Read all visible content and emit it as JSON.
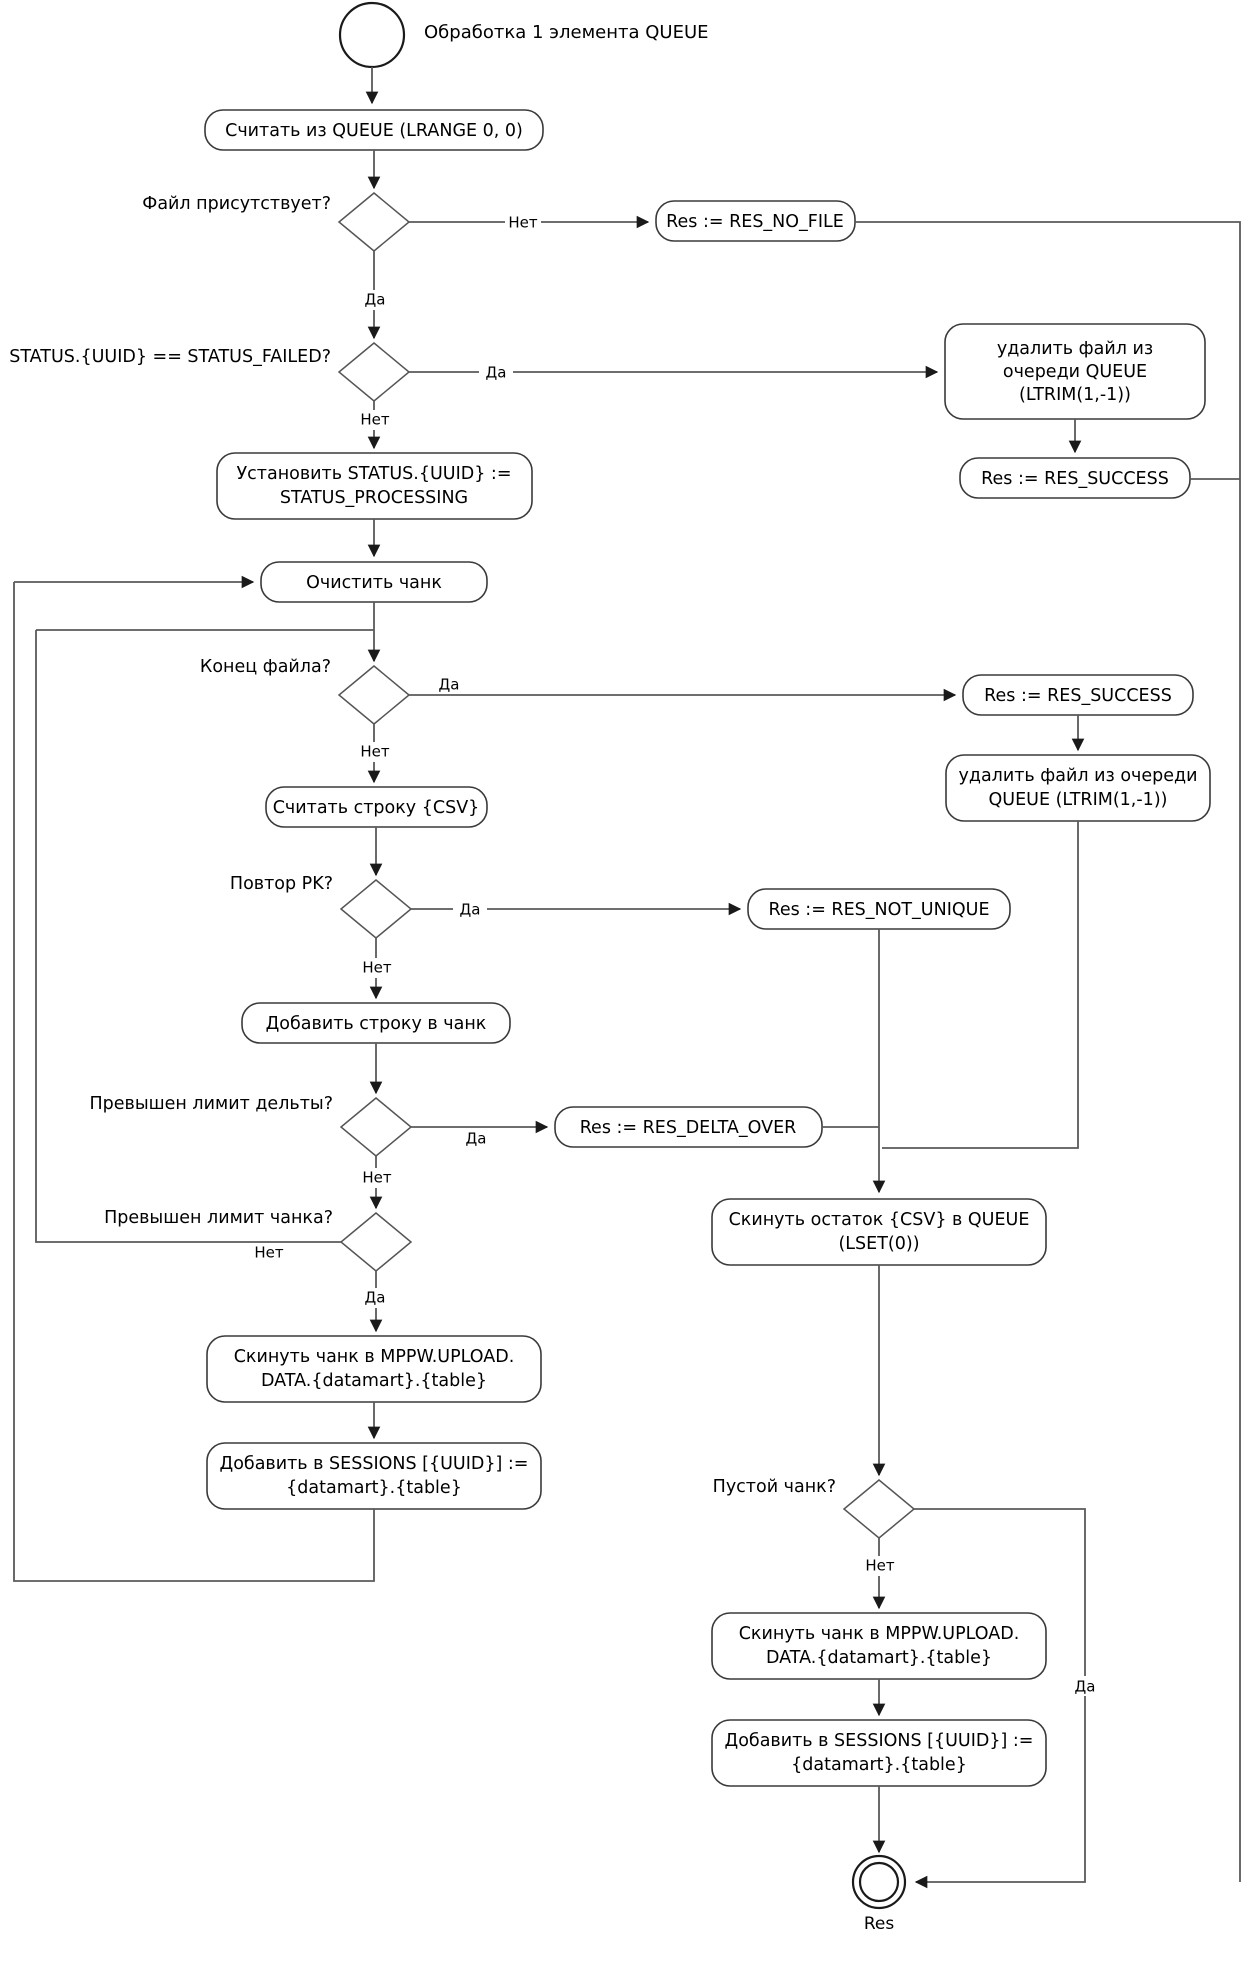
{
  "diagram": {
    "title": "Обработка 1 элемента QUEUE",
    "end_caption": "Res",
    "labels": {
      "yes": "Да",
      "no": "Нет"
    },
    "colors": {
      "stroke": "#5a5a5a",
      "node_stroke": "#3a3a3a",
      "text": "#000000",
      "background": "#ffffff"
    },
    "nodes": [
      {
        "id": "start",
        "type": "start-circle",
        "label": ""
      },
      {
        "id": "read-queue",
        "type": "action",
        "label": "Считать из QUEUE (LRANGE 0, 0)"
      },
      {
        "id": "file-exists",
        "type": "decision",
        "label": "Файл присутствует?"
      },
      {
        "id": "res-no-file",
        "type": "action",
        "label": "Res := RES_NO_FILE"
      },
      {
        "id": "status-failed",
        "type": "decision",
        "label": "STATUS.{UUID} == STATUS_FAILED?"
      },
      {
        "id": "remove-file-1",
        "type": "action",
        "label": "удалить файл из очереди QUEUE (LTRIM(1,-1))"
      },
      {
        "id": "res-success-1",
        "type": "action",
        "label": "Res := RES_SUCCESS"
      },
      {
        "id": "set-status",
        "type": "action",
        "label": "Установить STATUS.{UUID} := STATUS_PROCESSING"
      },
      {
        "id": "clear-chunk",
        "type": "action",
        "label": "Очистить чанк"
      },
      {
        "id": "eof",
        "type": "decision",
        "label": "Конец файла?"
      },
      {
        "id": "res-success-2",
        "type": "action",
        "label": "Res := RES_SUCCESS"
      },
      {
        "id": "remove-file-2",
        "type": "action",
        "label": "удалить файл из очереди QUEUE (LTRIM(1,-1))"
      },
      {
        "id": "read-csv-row",
        "type": "action",
        "label": "Считать строку {CSV}"
      },
      {
        "id": "dup-pk",
        "type": "decision",
        "label": "Повтор PK?"
      },
      {
        "id": "res-not-unique",
        "type": "action",
        "label": "Res := RES_NOT_UNIQUE"
      },
      {
        "id": "add-row-chunk",
        "type": "action",
        "label": "Добавить строку в чанк"
      },
      {
        "id": "delta-limit",
        "type": "decision",
        "label": "Превышен лимит дельты?"
      },
      {
        "id": "res-delta-over",
        "type": "action",
        "label": "Res := RES_DELTA_OVER"
      },
      {
        "id": "chunk-limit",
        "type": "decision",
        "label": "Превышен лимит чанка?"
      },
      {
        "id": "flush-rest-csv",
        "type": "action",
        "label": "Скинуть остаток {CSV} в QUEUE (LSET(0))"
      },
      {
        "id": "flush-chunk-1",
        "type": "action",
        "label": "Скинуть чанк в MPPW.UPLOAD.DATA.{datamart}.{table}"
      },
      {
        "id": "add-sessions-1",
        "type": "action",
        "label": "Добавить в SESSIONS [{UUID}] := {datamart}.{table}"
      },
      {
        "id": "empty-chunk",
        "type": "decision",
        "label": "Пустой чанк?"
      },
      {
        "id": "flush-chunk-2",
        "type": "action",
        "label": "Скинуть чанк в MPPW.UPLOAD.DATA.{datamart}.{table}"
      },
      {
        "id": "add-sessions-2",
        "type": "action",
        "label": "Добавить в SESSIONS [{UUID}] := {datamart}.{table}"
      },
      {
        "id": "end",
        "type": "end-circle",
        "label": ""
      }
    ],
    "node_text": {
      "read_queue_l1": "Считать из QUEUE (LRANGE 0, 0)",
      "res_no_file_l1": "Res := RES_NO_FILE",
      "remove_file_1_l1": "удалить файл из",
      "remove_file_1_l2": "очереди QUEUE",
      "remove_file_1_l3": "(LTRIM(1,-1))",
      "res_success_1_l1": "Res := RES_SUCCESS",
      "set_status_l1": "Установить STATUS.{UUID} :=",
      "set_status_l2": "STATUS_PROCESSING",
      "clear_chunk_l1": "Очистить чанк",
      "res_success_2_l1": "Res := RES_SUCCESS",
      "remove_file_2_l1": "удалить файл из очереди",
      "remove_file_2_l2": "QUEUE (LTRIM(1,-1))",
      "read_csv_row_l1": "Считать строку {CSV}",
      "res_not_unique_l1": "Res := RES_NOT_UNIQUE",
      "add_row_chunk_l1": "Добавить строку в чанк",
      "res_delta_over_l1": "Res := RES_DELTA_OVER",
      "flush_rest_csv_l1": "Скинуть остаток {CSV} в QUEUE",
      "flush_rest_csv_l2": "(LSET(0))",
      "flush_chunk_1_l1": "Скинуть чанк в MPPW.UPLOAD.",
      "flush_chunk_1_l2": "DATA.{datamart}.{table}",
      "add_sessions_1_l1": "Добавить в SESSIONS [{UUID}] :=",
      "add_sessions_1_l2": "{datamart}.{table}",
      "flush_chunk_2_l1": "Скинуть чанк в MPPW.UPLOAD.",
      "flush_chunk_2_l2": "DATA.{datamart}.{table}",
      "add_sessions_2_l1": "Добавить в SESSIONS [{UUID}] :=",
      "add_sessions_2_l2": "{datamart}.{table}"
    },
    "decision_labels": {
      "file_exists": "Файл присутствует?",
      "status_failed": "STATUS.{UUID} == STATUS_FAILED?",
      "eof": "Конец файла?",
      "dup_pk": "Повтор PK?",
      "delta_limit": "Превышен лимит дельты?",
      "chunk_limit": "Превышен лимит чанка?",
      "empty_chunk": "Пустой чанк?"
    },
    "edge_labels": {
      "file_exists_no": "Нет",
      "file_exists_yes": "Да",
      "status_failed_yes": "Да",
      "status_failed_no": "Нет",
      "eof_yes": "Да",
      "eof_no": "Нет",
      "dup_pk_yes": "Да",
      "dup_pk_no": "Нет",
      "delta_limit_yes": "Да",
      "delta_limit_no": "Нет",
      "chunk_limit_no": "Нет",
      "chunk_limit_yes": "Да",
      "empty_chunk_no": "Нет",
      "empty_chunk_yes": "Да"
    }
  }
}
